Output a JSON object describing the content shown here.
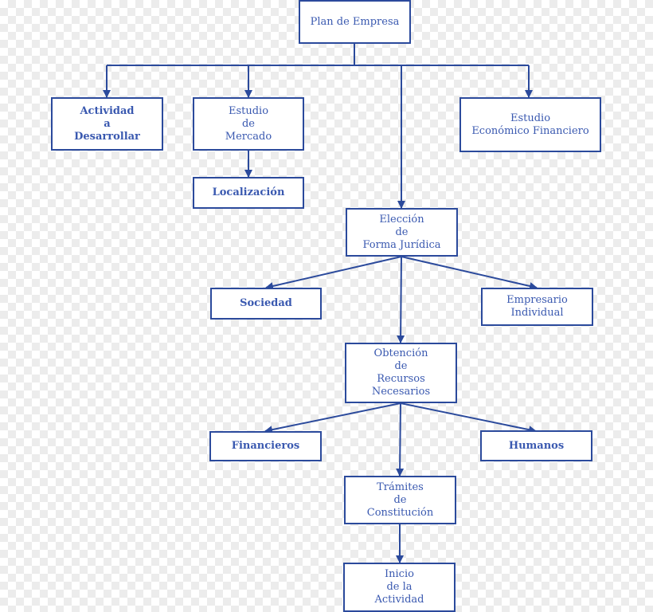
{
  "diagram": {
    "line_color": "#2b4a9c",
    "text_color": "#3a59b0",
    "nodes": {
      "plan": "Plan de Empresa",
      "actividad": "Actividad\na\nDesarrollar",
      "estudio_mercado": "Estudio\nde\nMercado",
      "estudio_economico": "Estudio\nEconómico Financiero",
      "localizacion": "Localización",
      "eleccion": "Elección\nde\nForma Jurídica",
      "sociedad": "Sociedad",
      "empresario": "Empresario\nIndividual",
      "obtencion": "Obtención\nde\nRecursos\nNecesarios",
      "financieros": "Financieros",
      "humanos": "Humanos",
      "tramites": "Trámites\nde\nConstitución",
      "inicio": "Inicio\nde la\nActividad"
    }
  }
}
